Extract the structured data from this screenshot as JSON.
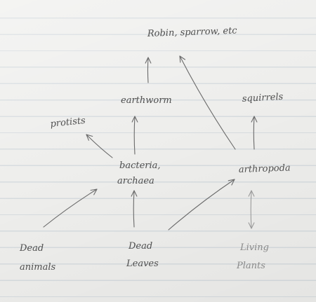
{
  "nodes": {
    "robin": {
      "label": "Robin, sparrow, etc"
    },
    "earthworm": {
      "label": "earthworm"
    },
    "squirrels": {
      "label": "squirrels"
    },
    "protists": {
      "label": "protists"
    },
    "bacteria": {
      "lines": [
        "bacteria,",
        "archaea"
      ]
    },
    "arthropoda": {
      "label": "arthropoda"
    },
    "dead_animals": {
      "lines": [
        "Dead",
        "animals"
      ]
    },
    "dead_leaves": {
      "lines": [
        "Dead",
        "Leaves"
      ]
    },
    "living_plants": {
      "lines": [
        "Living",
        "Plants"
      ]
    }
  },
  "edges": [
    {
      "from": "dead_animals",
      "to": "bacteria"
    },
    {
      "from": "dead_leaves",
      "to": "bacteria"
    },
    {
      "from": "dead_leaves",
      "to": "arthropoda"
    },
    {
      "from": "living_plants",
      "to": "arthropoda",
      "bidirectional": true
    },
    {
      "from": "bacteria",
      "to": "protists"
    },
    {
      "from": "bacteria",
      "to": "earthworm"
    },
    {
      "from": "arthropoda",
      "to": "squirrels"
    },
    {
      "from": "arthropoda",
      "to": "robin"
    },
    {
      "from": "earthworm",
      "to": "robin"
    }
  ]
}
